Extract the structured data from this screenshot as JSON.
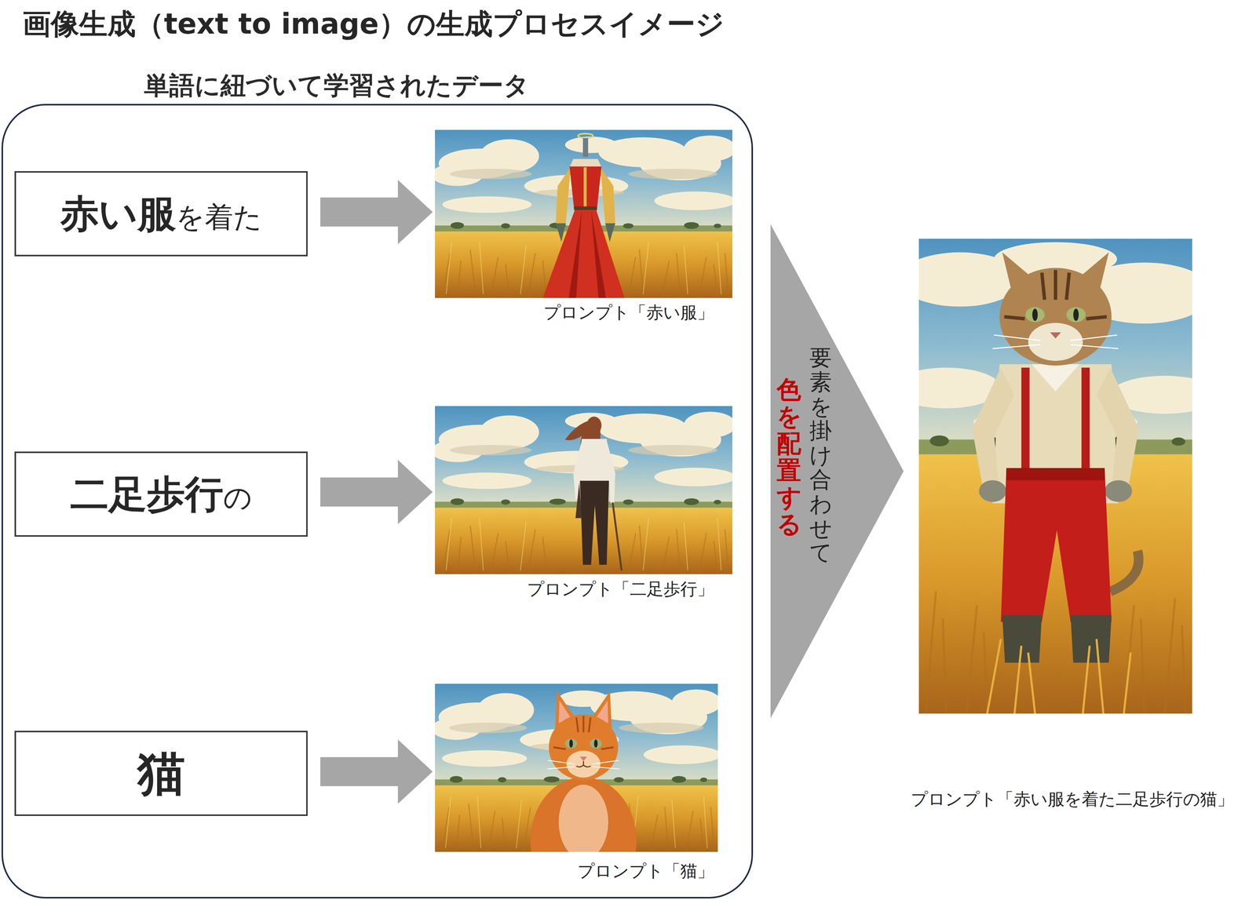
{
  "diagram": {
    "title": "画像生成（text to image）の生成プロセスイメージ",
    "nodes": [
      {
        "text": [
          "単語に紐づいて学習されたデータ"
        ]
      },
      {
        "text": [
          "赤い服",
          "を着た"
        ],
        "in": 0
      },
      {
        "text": [
          "二足歩行",
          "の"
        ],
        "in": 0
      },
      {
        "text": [
          "猫"
        ],
        "in": 0
      },
      {
        "text": [
          "要素を掛け合わせて",
          "色を配置する"
        ]
      }
    ],
    "labels": [
      "プロンプト「赤い服」",
      "プロンプト「二足歩行」",
      "プロンプト「猫」",
      "プロンプト「赤い服を着た二足歩行の猫」"
    ]
  }
}
